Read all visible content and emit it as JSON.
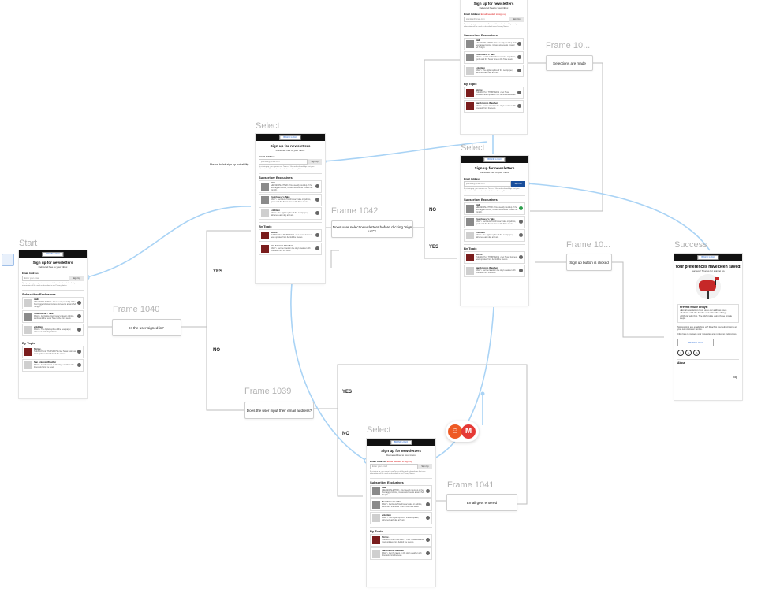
{
  "frame_labels": {
    "start": "Start",
    "select_top": "Select",
    "select_right": "Select",
    "select_bottom": "Select",
    "success": "Success",
    "f1040": "Frame 1040",
    "f1039": "Frame 1039",
    "f1042": "Frame 1042",
    "f1041": "Frame 1041",
    "f10_top": "Frame 10...",
    "f10_mid": "Frame 10..."
  },
  "decisions": {
    "signed_in": "Is the user signed in?",
    "input_email": "Does the user input their email address?",
    "select_newsletters": "Does user select newsletters before clicking \"sign up\"?",
    "email_entered": "Email gets entered",
    "selections_made": "Selections are made",
    "signup_clicked": "Sign up button is clicked"
  },
  "branch_labels": {
    "yes1": "YES",
    "no1": "NO",
    "yes2": "YES",
    "no2": "NO",
    "no3": "NO",
    "yes3": "YES"
  },
  "note_text": "Please balnk sign up not ability",
  "screen": {
    "brand": "BRAND LOGO",
    "title": "Sign up for newsletters",
    "subtitle": "Delivered free to your inbox",
    "email_label": "Email Address",
    "email_error": "Email needed to sign up",
    "email_placeholder": "Enter your email",
    "email_value": "johndoe@gmail.com",
    "signup": "Sign Up",
    "legal": "By signing up, you agree to our Terms of Use and acknowledge that your information will be used as described in our Privacy Notice.",
    "section_exclusives": "Subscriber Exclusives",
    "section_topic": "By Topic",
    "items": [
      {
        "name": "A&E",
        "desc": "A&E NEWSLETTER • Your weekly roundup of the best tagged shows, movies and events around SA Tonight."
      },
      {
        "name": "Townhouse's Take",
        "desc": "DAILY • Get Elena Townhouse's take on politics, sports and the Texas Tone to the Tone week."
      },
      {
        "name": "e-Edition",
        "desc": "DAILY • The digital replica of the newspaper, delivered each day at 5 am."
      },
      {
        "name": "SA Inc.",
        "desc": "TUESDAYS & THURSDAYS • Get Texas business news updates from behind the scenes."
      },
      {
        "name": "San Antonio Weather",
        "desc": "DAILY • Get the latest on the day's weather with forecasts from the news."
      }
    ]
  },
  "success": {
    "brand": "BRAND LOGO",
    "title": "Your preferences have been saved!",
    "subtitle": "Success! Thanks for signing up.",
    "tips_title": "Prevent future delays:",
    "tips": [
      "Email newsletters from us to our address book.",
      "Activate with the Enable and subscribe all tags.",
      "Others: with that. The GM profile using these simple steps."
    ],
    "manage": "Not receiving any emails from us? Reach to your subscriptions at your own customer service.",
    "manage2": "Click here to manage your newsletter and marketing preferences.",
    "brand_button": "BRAND LOGO",
    "top": "Top",
    "about": "About"
  },
  "avatars": [
    "M"
  ],
  "colors": {
    "connector": "#a9d3f5",
    "flow_line": "#bdbdbd",
    "brand_blue": "#1a4f9c",
    "avatar_orange": "#ee5a24",
    "avatar_red": "#e53935"
  }
}
